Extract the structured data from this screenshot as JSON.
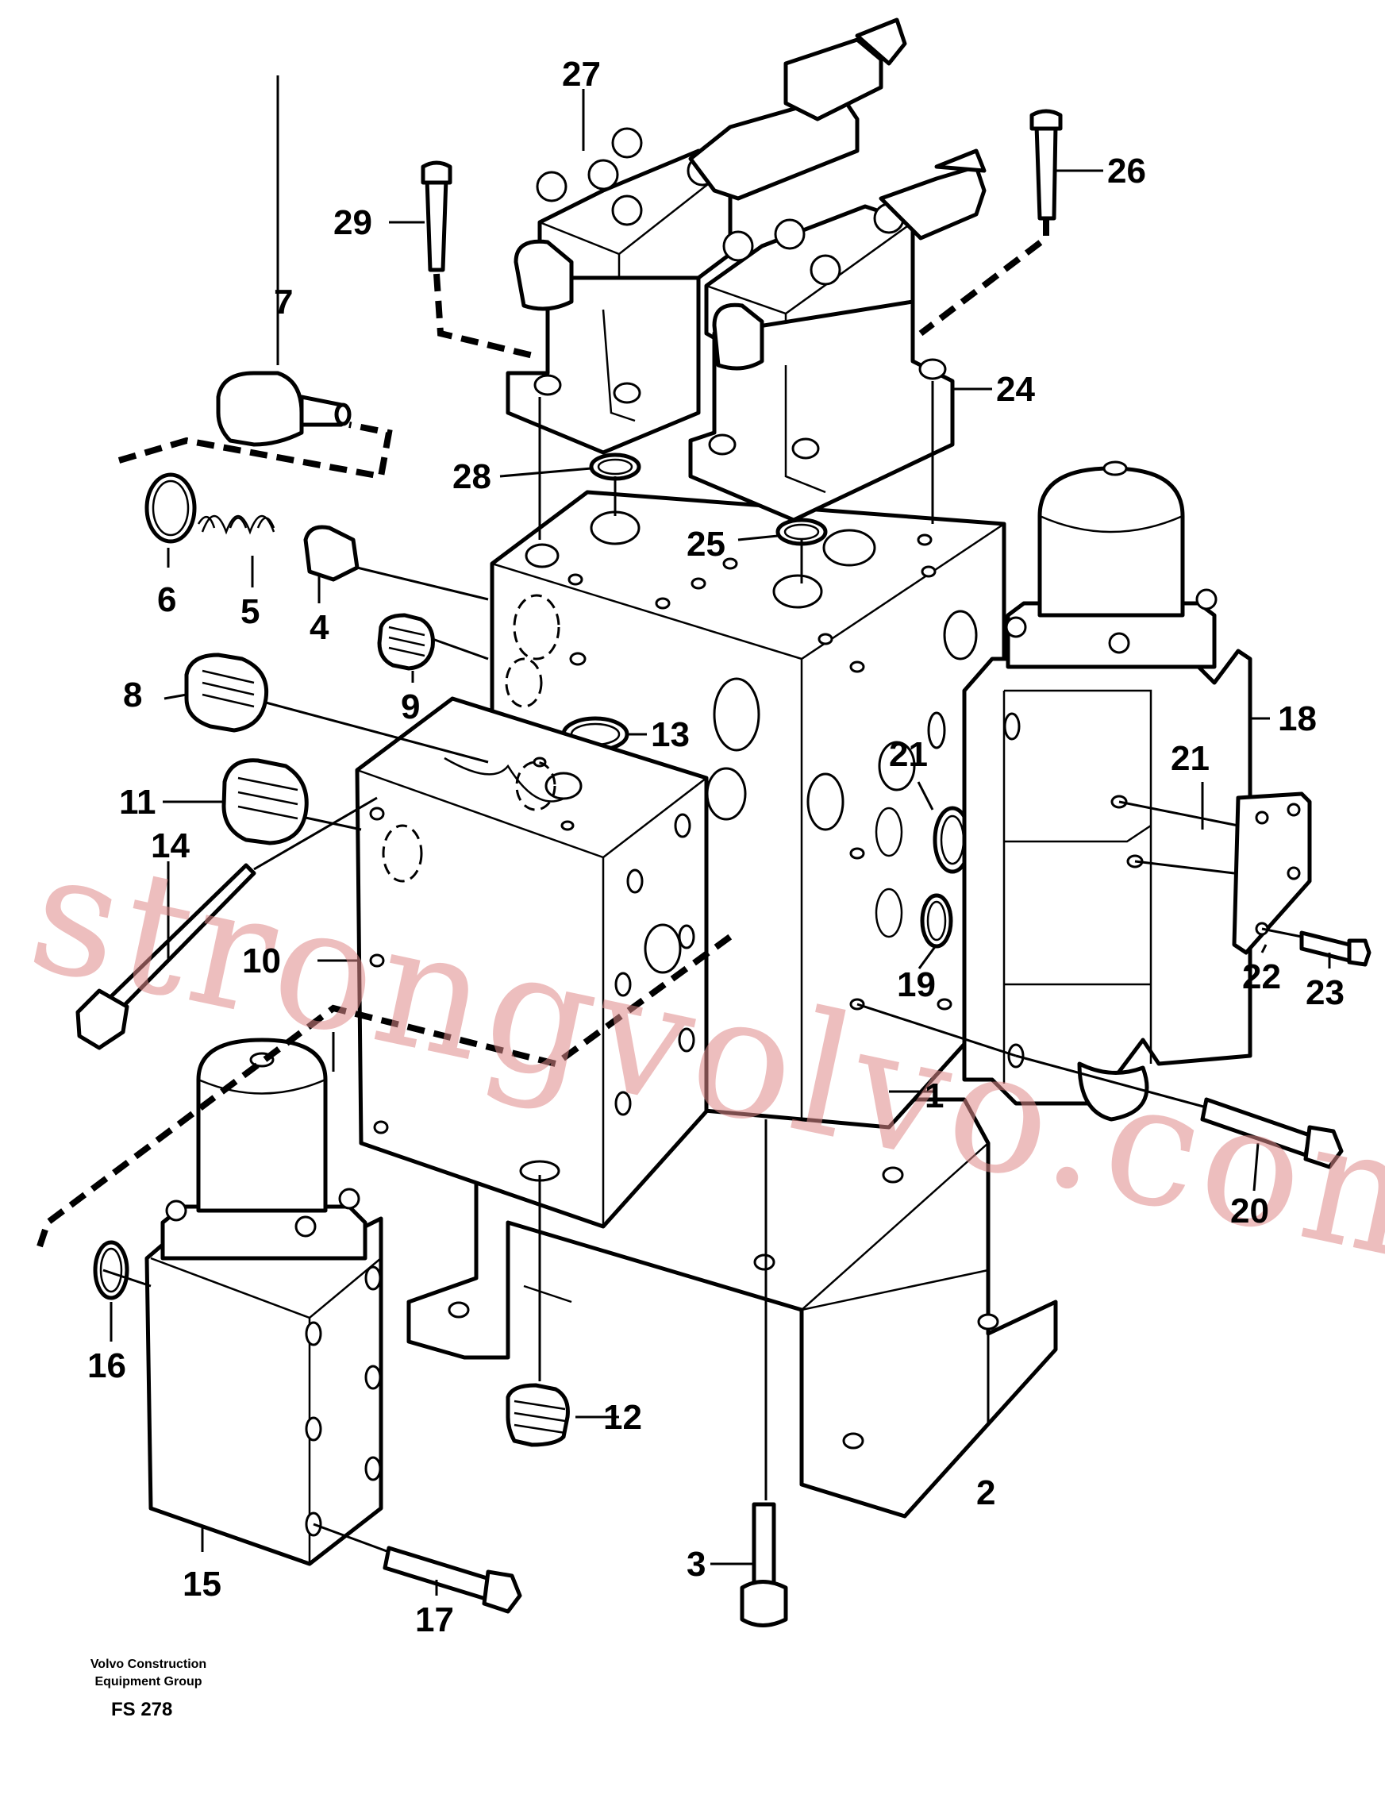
{
  "watermark": "strongvolvo.com",
  "footer": {
    "line1": "Volvo Construction",
    "line2": "Equipment Group",
    "code": "FS 278"
  },
  "callouts": [
    "1",
    "2",
    "3",
    "4",
    "5",
    "6",
    "7",
    "8",
    "9",
    "10",
    "11",
    "12",
    "13",
    "14",
    "15",
    "16",
    "17",
    "18",
    "19",
    "20",
    "21",
    "21",
    "22",
    "23",
    "24",
    "25",
    "26",
    "27",
    "28",
    "29"
  ]
}
